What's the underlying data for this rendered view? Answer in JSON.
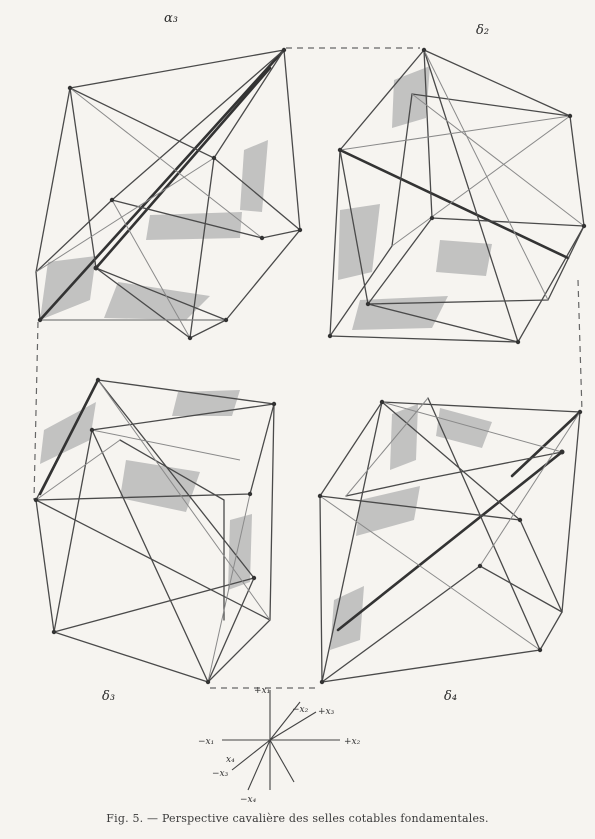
{
  "figure": {
    "panels": [
      {
        "label": "α₃"
      },
      {
        "label": "δ₂"
      },
      {
        "label": "δ₃"
      },
      {
        "label": "δ₄"
      }
    ],
    "axes": {
      "labels": [
        "+x₁",
        "+x₂",
        "−x₁",
        "+x₃",
        "−x₂",
        "−x₃",
        "x₄",
        "−x₄"
      ]
    }
  },
  "caption": "Fig. 5. — Perspective cavalière des selles cotables fondamentales."
}
